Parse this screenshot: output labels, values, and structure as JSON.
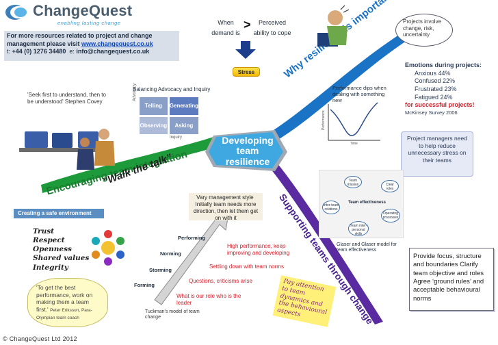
{
  "brand": {
    "name": "ChangeQuest",
    "tagline": "enabling lasting change"
  },
  "resources": {
    "line1": "For more resources related to project and change",
    "line2_prefix": "management please visit ",
    "link": "www.changequest.co.uk",
    "phone_label": "t:",
    "phone": "+44 (0) 1276 34480",
    "email_label": "e:",
    "email": "info@changequest.co.uk"
  },
  "stress_block": {
    "when": "When",
    "demand_is": "demand is",
    "gt": ">",
    "perceived": "Perceived",
    "ability": "ability to cope",
    "stress": "Stress"
  },
  "center": {
    "title_line1": "Developing",
    "title_line2": "team",
    "title_line3": "resilience"
  },
  "branches": {
    "top_right": "Why resilience is important",
    "left": "Encouraging team integration",
    "bottom_right": "Supporting teams through change"
  },
  "left_quote": "'Seek first to understand, then to be understood' Stephen Covey",
  "advocacy": {
    "title": "Balancing Advocacy and Inquiry",
    "y_axis": "Advocacy",
    "x_axis": "Inquiry",
    "cells": [
      "Telling",
      "Generating",
      "Observing",
      "Asking"
    ]
  },
  "walk_talk": "“Walk the talk”",
  "safe_env": {
    "header": "Creating a safe environment",
    "values": [
      "Trust",
      "Respect",
      "Openness",
      "Shared values",
      "Integrity"
    ]
  },
  "ericsson_quote": {
    "text": "'To get the best performance, work on making them a team first.'",
    "author": "Peter Eriksson, Para-Olympian team coach"
  },
  "tuckman": {
    "vary": "Vary management style Initially team needs more direction, then let them get on with it",
    "stages": [
      "Performing",
      "Norming",
      "Storming",
      "Forming"
    ],
    "notes": {
      "performing": "High performance, keep improving and developing",
      "norming": "Settling down with team norms",
      "storming": "Questions, criticisms arise",
      "forming": "What is our role who is the leader"
    },
    "model": "Tuckman's model of team change"
  },
  "performance": {
    "text": "Performance dips when dealing with something new",
    "y_axis": "Performance",
    "x_axis": "Time"
  },
  "projects_cloud": "Projects involve change, risk, uncertainty",
  "emotions": {
    "title": "Emotions during projects:",
    "items": [
      "Anxious 44%",
      "Confused  22%",
      "Frustrated 23%",
      "Fatigued  24%"
    ],
    "successful": "for successful projects!",
    "source": "McKinsey Survey 2006"
  },
  "pm_note": "Project managers need to help reduce unnecessary stress on their teams",
  "effectiveness": {
    "title": "Team effectiveness",
    "nodes": [
      "Team mission",
      "Clear roles",
      "Operating processes",
      "Team inter-personal skills",
      "Inter-team relations"
    ],
    "caption": "Glaser and Glaser model for team effectiveness"
  },
  "pay_attention": "Pay attention to team dynamics and the behavioural aspects",
  "scroll": {
    "text": "Provide focus, structure and boundaries Clarify team objective and roles Agree ‘ground rules’ and acceptable behavioural norms"
  },
  "footer": "© ChangeQuest Ltd 2012"
}
